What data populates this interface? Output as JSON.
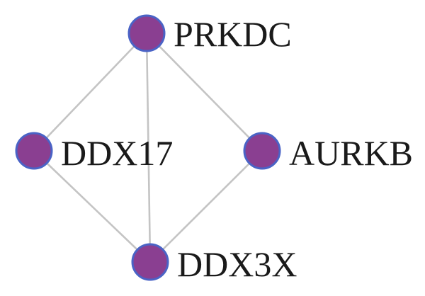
{
  "network": {
    "node_fill": "#8a3f91",
    "node_stroke": "#4a63c6",
    "edge_color": "#c4c4c4",
    "nodes": [
      {
        "id": "PRKDC",
        "label": "PRKDC"
      },
      {
        "id": "DDX17",
        "label": "DDX17"
      },
      {
        "id": "AURKB",
        "label": "AURKB"
      },
      {
        "id": "DDX3X",
        "label": "DDX3X"
      }
    ],
    "edges": [
      {
        "source": "PRKDC",
        "target": "DDX17"
      },
      {
        "source": "PRKDC",
        "target": "AURKB"
      },
      {
        "source": "PRKDC",
        "target": "DDX3X"
      },
      {
        "source": "DDX17",
        "target": "DDX3X"
      },
      {
        "source": "AURKB",
        "target": "DDX3X"
      }
    ]
  }
}
